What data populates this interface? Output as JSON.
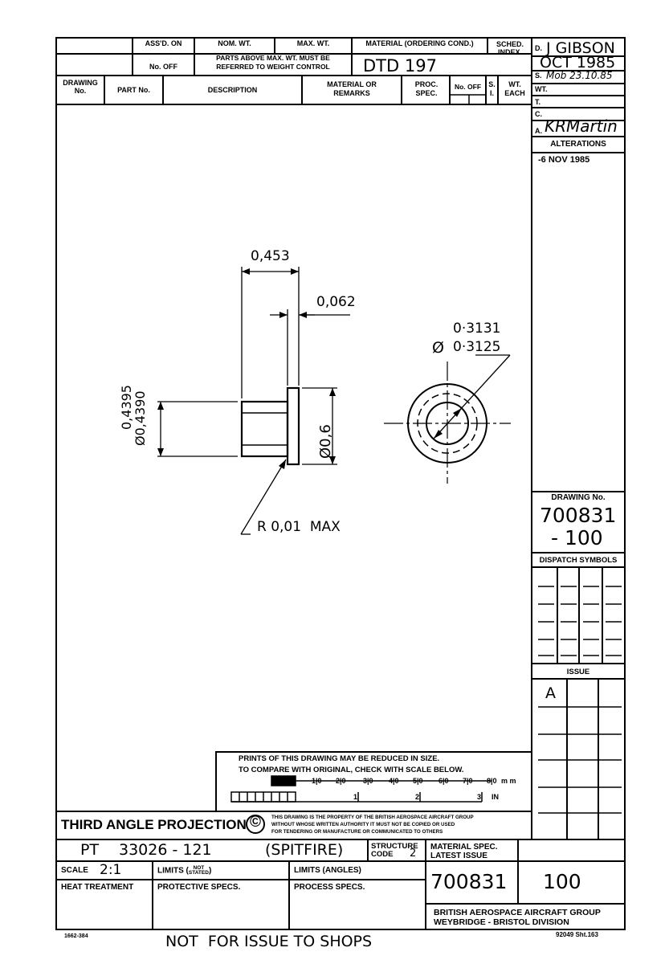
{
  "header": {
    "assd_on": "ASS'D. ON",
    "nom_wt": "NOM. WT.",
    "max_wt": "MAX. WT.",
    "material_ordering": "MATERIAL (ORDERING COND.)",
    "sched_index": "SCHED. INDEX.",
    "no_off": "No. OFF",
    "parts_above_line1": "PARTS ABOVE MAX. WT. MUST BE",
    "parts_above_line2": "REFERRED TO WEIGHT CONTROL",
    "material_value": "DTD 197",
    "drawing_no": "DRAWING No.",
    "part_no": "PART No.",
    "description": "DESCRIPTION",
    "material_or_remarks": "MATERIAL OR REMARKS",
    "proc_spec": "PROC. SPEC.",
    "no_off2": "No. OFF",
    "si": "S. I.",
    "wt_each": "WT. EACH"
  },
  "signoff": {
    "d_label": "D.",
    "d_value": "J GIBSON",
    "d_date": "OCT 1985",
    "s_label": "S.",
    "s_value": "Mob 23.10.85",
    "wt_label": "WT.",
    "t_label": "T.",
    "c_label": "C.",
    "a_label": "A.",
    "a_value": "KRMartin",
    "alterations": "ALTERATIONS",
    "alteration_date": "-6 NOV 1985"
  },
  "drawing": {
    "dim_length": "0,453",
    "dim_flange": "0,062",
    "dim_bore_top": "0·3131",
    "dim_bore_bottom": "0·3125",
    "dim_bore_symbol": "Ø",
    "dim_od_top": "0,4395",
    "dim_od_bottom": "Ø0,4390",
    "dim_flange_dia": "Ø0,6",
    "radius_note": "R 0,01  MAX"
  },
  "right_panel": {
    "drawing_no_label": "DRAWING No.",
    "drawing_no": "700831",
    "drawing_dash": "- 100",
    "dispatch_symbols": "DISPATCH SYMBOLS",
    "issue_label": "ISSUE",
    "issue_value": "A"
  },
  "scale_box": {
    "line1": "PRINTS OF THIS DRAWING MAY BE REDUCED IN SIZE.",
    "line2": "TO COMPARE WITH ORIGINAL, CHECK WITH SCALE BELOW.",
    "mm_ticks": [
      "1|0",
      "2|0",
      "3|0",
      "4|0",
      "5|0",
      "6|0",
      "7|0",
      "8|0"
    ],
    "mm_unit": "m m",
    "in_ticks": [
      "1",
      "2",
      "3"
    ],
    "in_unit": "IN"
  },
  "title_block": {
    "projection": "THIRD ANGLE PROJECTION",
    "copyright_symbol": "©",
    "copyright_line1": "THIS DRAWING IS THE PROPERTY OF THE BRITISH AEROSPACE AIRCRAFT GROUP",
    "copyright_line2": "WITHOUT WHOSE WRITTEN AUTHORITY IT MUST NOT BE COPIED OR USED",
    "copyright_line3": "FOR TENDERING OR MANUFACTURE OR COMMUNICATED TO OTHERS",
    "pt_label": "PT",
    "pt_number": "33026 - 121",
    "aircraft": "(SPITFIRE)",
    "structure_code_label": "STRUCTURE CODE",
    "structure_code_value": "2",
    "material_spec_label1": "MATERIAL SPEC.",
    "material_spec_label2": "LATEST ISSUE",
    "scale_label": "SCALE",
    "scale_value": "2:1",
    "limits_label": "LIMITS (",
    "limits_not": "NOT",
    "limits_stated": "STATED",
    "limits_close": ")",
    "limits_angles": "LIMITS (ANGLES)",
    "heat_treatment": "HEAT TREATMENT",
    "protective_specs": "PROTECTIVE SPECS.",
    "process_specs": "PROCESS SPECS.",
    "drawing_number": "700831",
    "drawing_suffix": "100",
    "company_line1": "BRITISH AEROSPACE AIRCRAFT GROUP",
    "company_line2": "WEYBRIDGE - BRISTOL DIVISION"
  },
  "footer": {
    "left_code": "1662-384",
    "notice": "NOT  FOR ISSUE TO SHOPS",
    "sheet_ref": "92049 Sht.163"
  }
}
